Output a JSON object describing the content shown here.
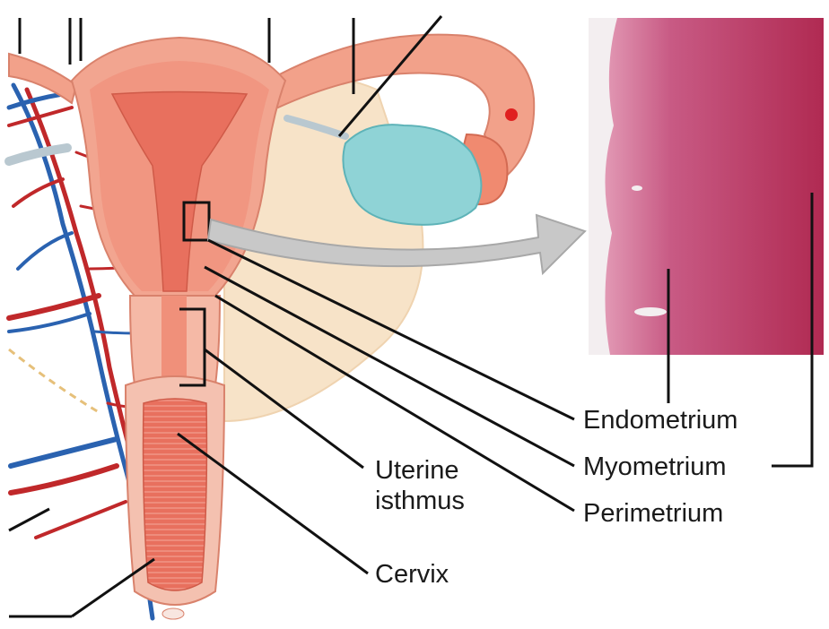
{
  "labels": {
    "endometrium": "Endometrium",
    "myometrium": "Myometrium",
    "perimetrium": "Perimetrium",
    "uterine_isthmus": "Uterine isthmus",
    "cervix": "Cervix"
  },
  "colors": {
    "uterus_wall": "#f0a08c",
    "uterus_inner": "#e86e5e",
    "broad_ligament": "#f7e3c8",
    "ovary": "#8fd3d6",
    "artery": "#c0282a",
    "vein": "#2a62b0",
    "micrograph": "#c84a78",
    "leader_line": "#111111",
    "arrow": "#c8c8c8"
  }
}
